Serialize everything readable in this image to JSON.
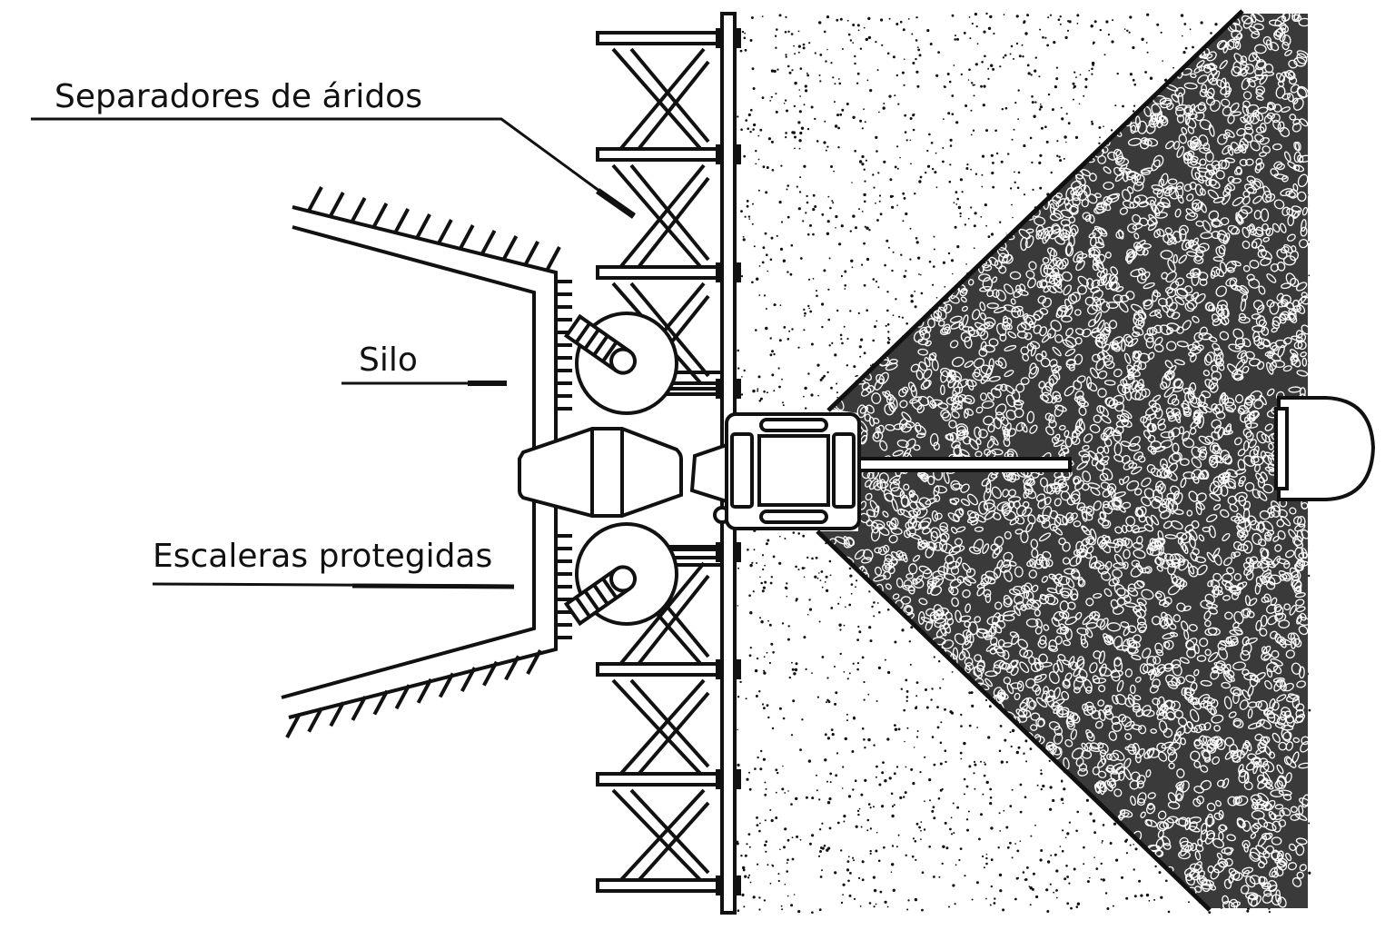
{
  "labels": {
    "separators": "Separadores de áridos",
    "silo": "Silo",
    "stairs": "Escaleras protegidas"
  },
  "colors": {
    "ink": "#111111",
    "background": "#ffffff"
  }
}
